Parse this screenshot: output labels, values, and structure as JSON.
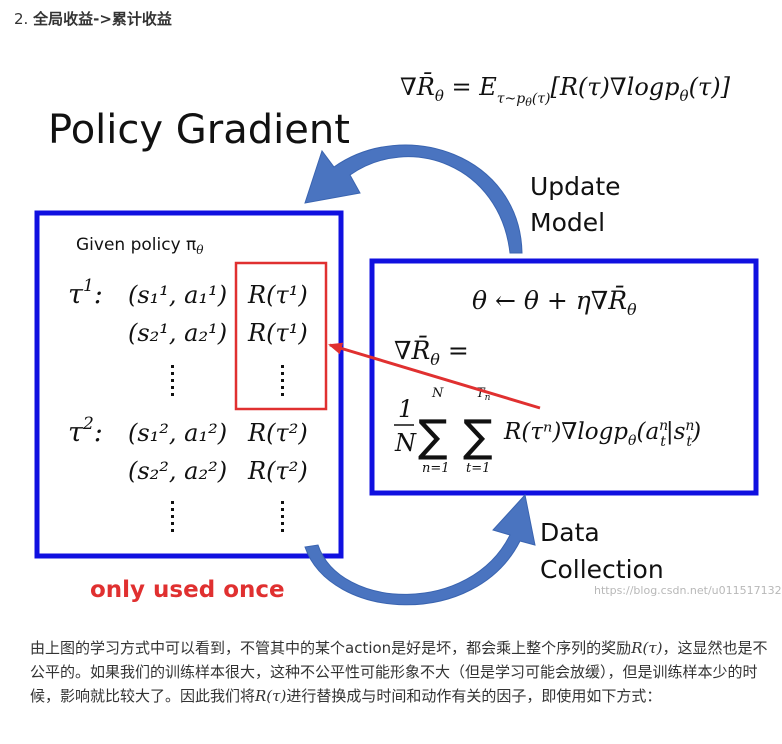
{
  "heading": {
    "number": "2.",
    "text": "全局收益->累计收益"
  },
  "figure": {
    "title": "Policy Gradient",
    "top_formula": {
      "lhs": "∇R̄",
      "lhs_sub": "θ",
      "eq": " = E",
      "e_sub": "τ~p",
      "e_sub2": "θ",
      "e_sub3": "(τ)",
      "rhs": "[R(τ)∇logp",
      "rhs_sub": "θ",
      "rhs_end": "(τ)]"
    },
    "update_model": [
      "Update",
      "Model"
    ],
    "data_collection": [
      "Data",
      "Collection"
    ],
    "left_box": {
      "given_policy": "Given policy π",
      "given_policy_sub": "θ",
      "tau1": "τ",
      "tau1_sup": "1",
      "tau2": "τ",
      "tau2_sup": "2",
      "pairs_1": [
        "(s₁¹, a₁¹)",
        "(s₂¹, a₂¹)"
      ],
      "pairs_2": [
        "(s₁², a₁²)",
        "(s₂², a₂²)"
      ],
      "rewards_1": [
        "R(τ¹)",
        "R(τ¹)"
      ],
      "rewards_2": [
        "R(τ²)",
        "R(τ²)"
      ],
      "colon": ":"
    },
    "right_box": {
      "update_rule": "θ ← θ + η∇R̄",
      "update_rule_sub": "θ",
      "grad_lhs": "∇R̄",
      "grad_lhs_sub": "θ",
      "grad_eq": " =",
      "frac_num": "1",
      "frac_den": "N",
      "sum1_top": "N",
      "sum1_bottom": "n=1",
      "sum2_top": "T",
      "sum2_top_sub": "n",
      "sum2_bottom": "t=1",
      "sum_body": "R(τⁿ)∇logp",
      "sum_body_sub": "θ",
      "sum_body_end": "(a",
      "a_sup": "n",
      "a_sub": "t",
      "bar": "|s",
      "s_sup": "n",
      "s_sub": "t",
      "close": ")"
    },
    "only_used_once": "only used once",
    "watermark": "https://blog.csdn.net/u011517132",
    "colors": {
      "blue": "#1010e0",
      "red": "#e03030",
      "arrow_blue": "#4a74c0"
    }
  },
  "paragraph": {
    "part1": "由上图的学习方式中可以看到，不管其中的某个action是好是坏，都会乘上整个序列的奖励",
    "math1": "R(τ)",
    "part2": "，这显然也是不公平的。如果我们的训练样本很大，这种不公平性可能形象不大（但是学习可能会放缓），但是训练样本少的时候，影响就比较大了。因此我们将",
    "math2": "R(τ)",
    "part3": "进行替换成与时间和动作有关的因子，即使用如下方式："
  }
}
